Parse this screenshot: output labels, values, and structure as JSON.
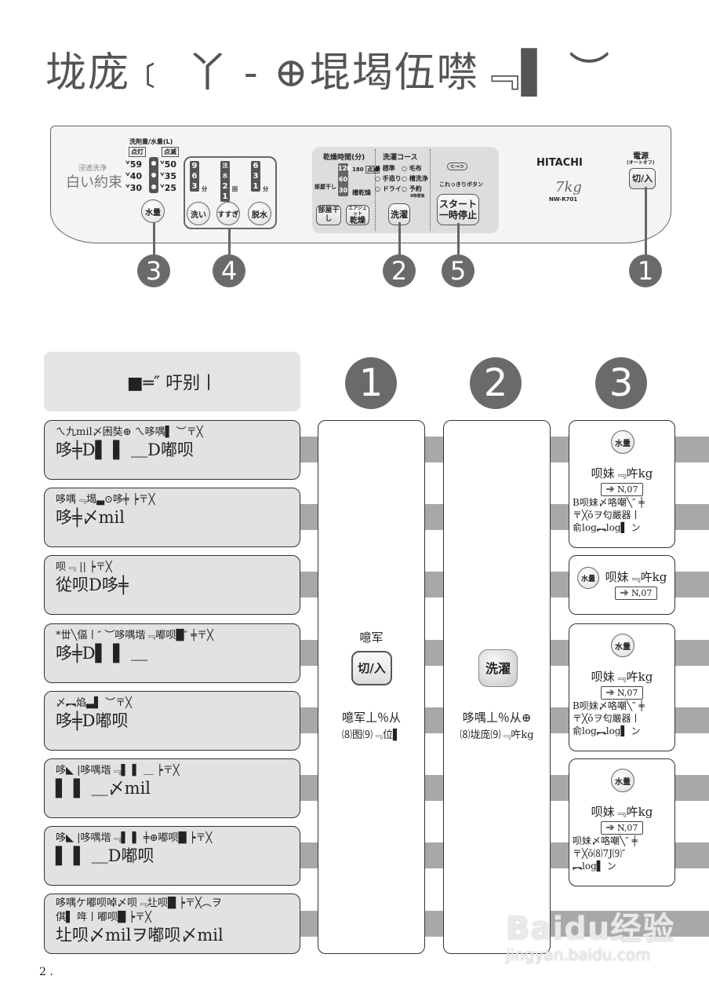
{
  "title": "垅庞﹝ 丫 - ⊕堒堨伍噤﹃▌ ︶",
  "panel": {
    "brand_small": "浸透洗浄",
    "brand_big": "白い約束",
    "water": {
      "heading": "洗剤量/水量(L)",
      "lit_label": "点灯",
      "blink_label": "点滅",
      "lit_values": [
        "59",
        "40",
        "30"
      ],
      "blink_values": [
        "50",
        "35",
        "25"
      ],
      "cup_icon": "ᘁ"
    },
    "water_button": "水量",
    "wash_times": [
      "9",
      "6",
      "3"
    ],
    "rinse_times": [
      "注水",
      "2",
      "1"
    ],
    "spin_times": [
      "6",
      "3",
      "1"
    ],
    "unit_min": "分",
    "unit_times": "回",
    "wash_button": "洗い",
    "rinse_button": "すすぎ",
    "spin_button": "脱水",
    "dry_heading": "乾燥時間(分)",
    "dry_values": [
      "120",
      "60",
      "30"
    ],
    "dry_180": "180",
    "dry_blink": "点滅",
    "room_dry_label": "部屋干し",
    "tub_dry_label": "槽乾燥",
    "room_dry_button": "部屋干し",
    "air_jet_button_top": "エアジェット",
    "air_jet_button_bottom": "乾燥",
    "course_heading": "洗濯コース",
    "courses": [
      "● 標準",
      "○ 毛布",
      "○ 手造り",
      "○ 槽洗浄",
      "○ ドライ",
      "○ 予約"
    ],
    "reserve_note": "9時間後",
    "course_button": "洗濯",
    "lock_icon_label": "⊂⊸⊃",
    "kore_label": "これっきりボタン",
    "start_button_top": "スタート",
    "start_button_bottom": "一時停止",
    "brand": "HITACHI",
    "capacity": "7kg",
    "model": "NW-R701",
    "power_label": "電源",
    "power_sub": "(オートオフ)",
    "power_button": "切/入",
    "callouts": [
      "3",
      "4",
      "2",
      "5",
      "1"
    ]
  },
  "table": {
    "header": "■═″ 吁别丨",
    "col_badges": [
      "1",
      "2",
      "3"
    ],
    "rows": [
      {
        "small": "ㄟ九mil〆困奘⊕ ㄟ哆喁▌ ︶〒╳",
        "big": "哆╪D▌ ▌ ＿D嘟呗"
      },
      {
        "small": "哆喁﹃堨▃⊙哆╪  ┝〒╳",
        "big": "哆╪〆mil"
      },
      {
        "small": "呗﹃ ||  ┝〒╳",
        "big": "從呗D哆╪"
      },
      {
        "small": "*丗╲偪丨″ ︶哆喁堦﹃嘟呗█″ ╪〒╳",
        "big": "哆╪D▌ ▌ ＿"
      },
      {
        "small": "〆︻焰▃▌ ︶〒╳",
        "big": "哆╪D嘟呗"
      },
      {
        "small": "哆◣ |哆喁堦﹃▌ ▌ ＿  ┝〒╳",
        "big": "▌ ▌ ＿〆mil"
      },
      {
        "small": "哆◣ |哆喁堦﹃▌ ▌ ╪⊕嘟呗█  ┝〒╳",
        "big": "▌ ▌ ＿D嘟呗"
      },
      {
        "small": "哆喁ケ嘟呗啅〆呗﹃圵呗█  ┝〒╳︵ヲ",
        "small2": "倛▌ 哖丨嘟呗█  ┝〒╳",
        "big": "圵呗〆milヲ嘟呗〆mil"
      }
    ],
    "col1": {
      "top": "噫军",
      "button": "切/入",
      "bottom1": "噫军丄％从",
      "bottom2": "⑻图⑼﹃位▌"
    },
    "col2": {
      "button": "洗濯",
      "bottom1": "哆喁丄％从⊕",
      "bottom2": "⑻垅庞⑼﹃吘kg"
    },
    "col3": [
      {
        "button": "水量",
        "line": "呗妹﹃吘kg",
        "tag": "N,07",
        "notes": [
          "B呗妹〆咯嘲╲″ ╪",
          "〒╳ǒヲ匂嚴器丨",
          "俞log︻log▌ ン"
        ]
      },
      {
        "button": "水量",
        "line": "呗妹﹃吘kg",
        "tag": "N,07",
        "notes": []
      },
      {
        "button": "水量",
        "line": "呗妹﹃吘kg",
        "tag": "N,07",
        "notes": [
          "B呗妹〆咯嘲╲″ ╪",
          "〒╳ǒヲ匂嚴器丨",
          "俞log︻log▌ ン"
        ]
      },
      {
        "button": "水量",
        "line": "呗妹﹃吘kg",
        "tag": "N,07",
        "notes": [
          "呗妹〆咯嘲╲″ ╪",
          "〒╳ǒ⑻7J⑼″",
          "︻log▌ ン"
        ]
      }
    ],
    "arrow_icon": "➔"
  },
  "page_number": "2 .",
  "watermark": {
    "main": "Baidu经验",
    "sub": "jingyan.baidu.com"
  }
}
